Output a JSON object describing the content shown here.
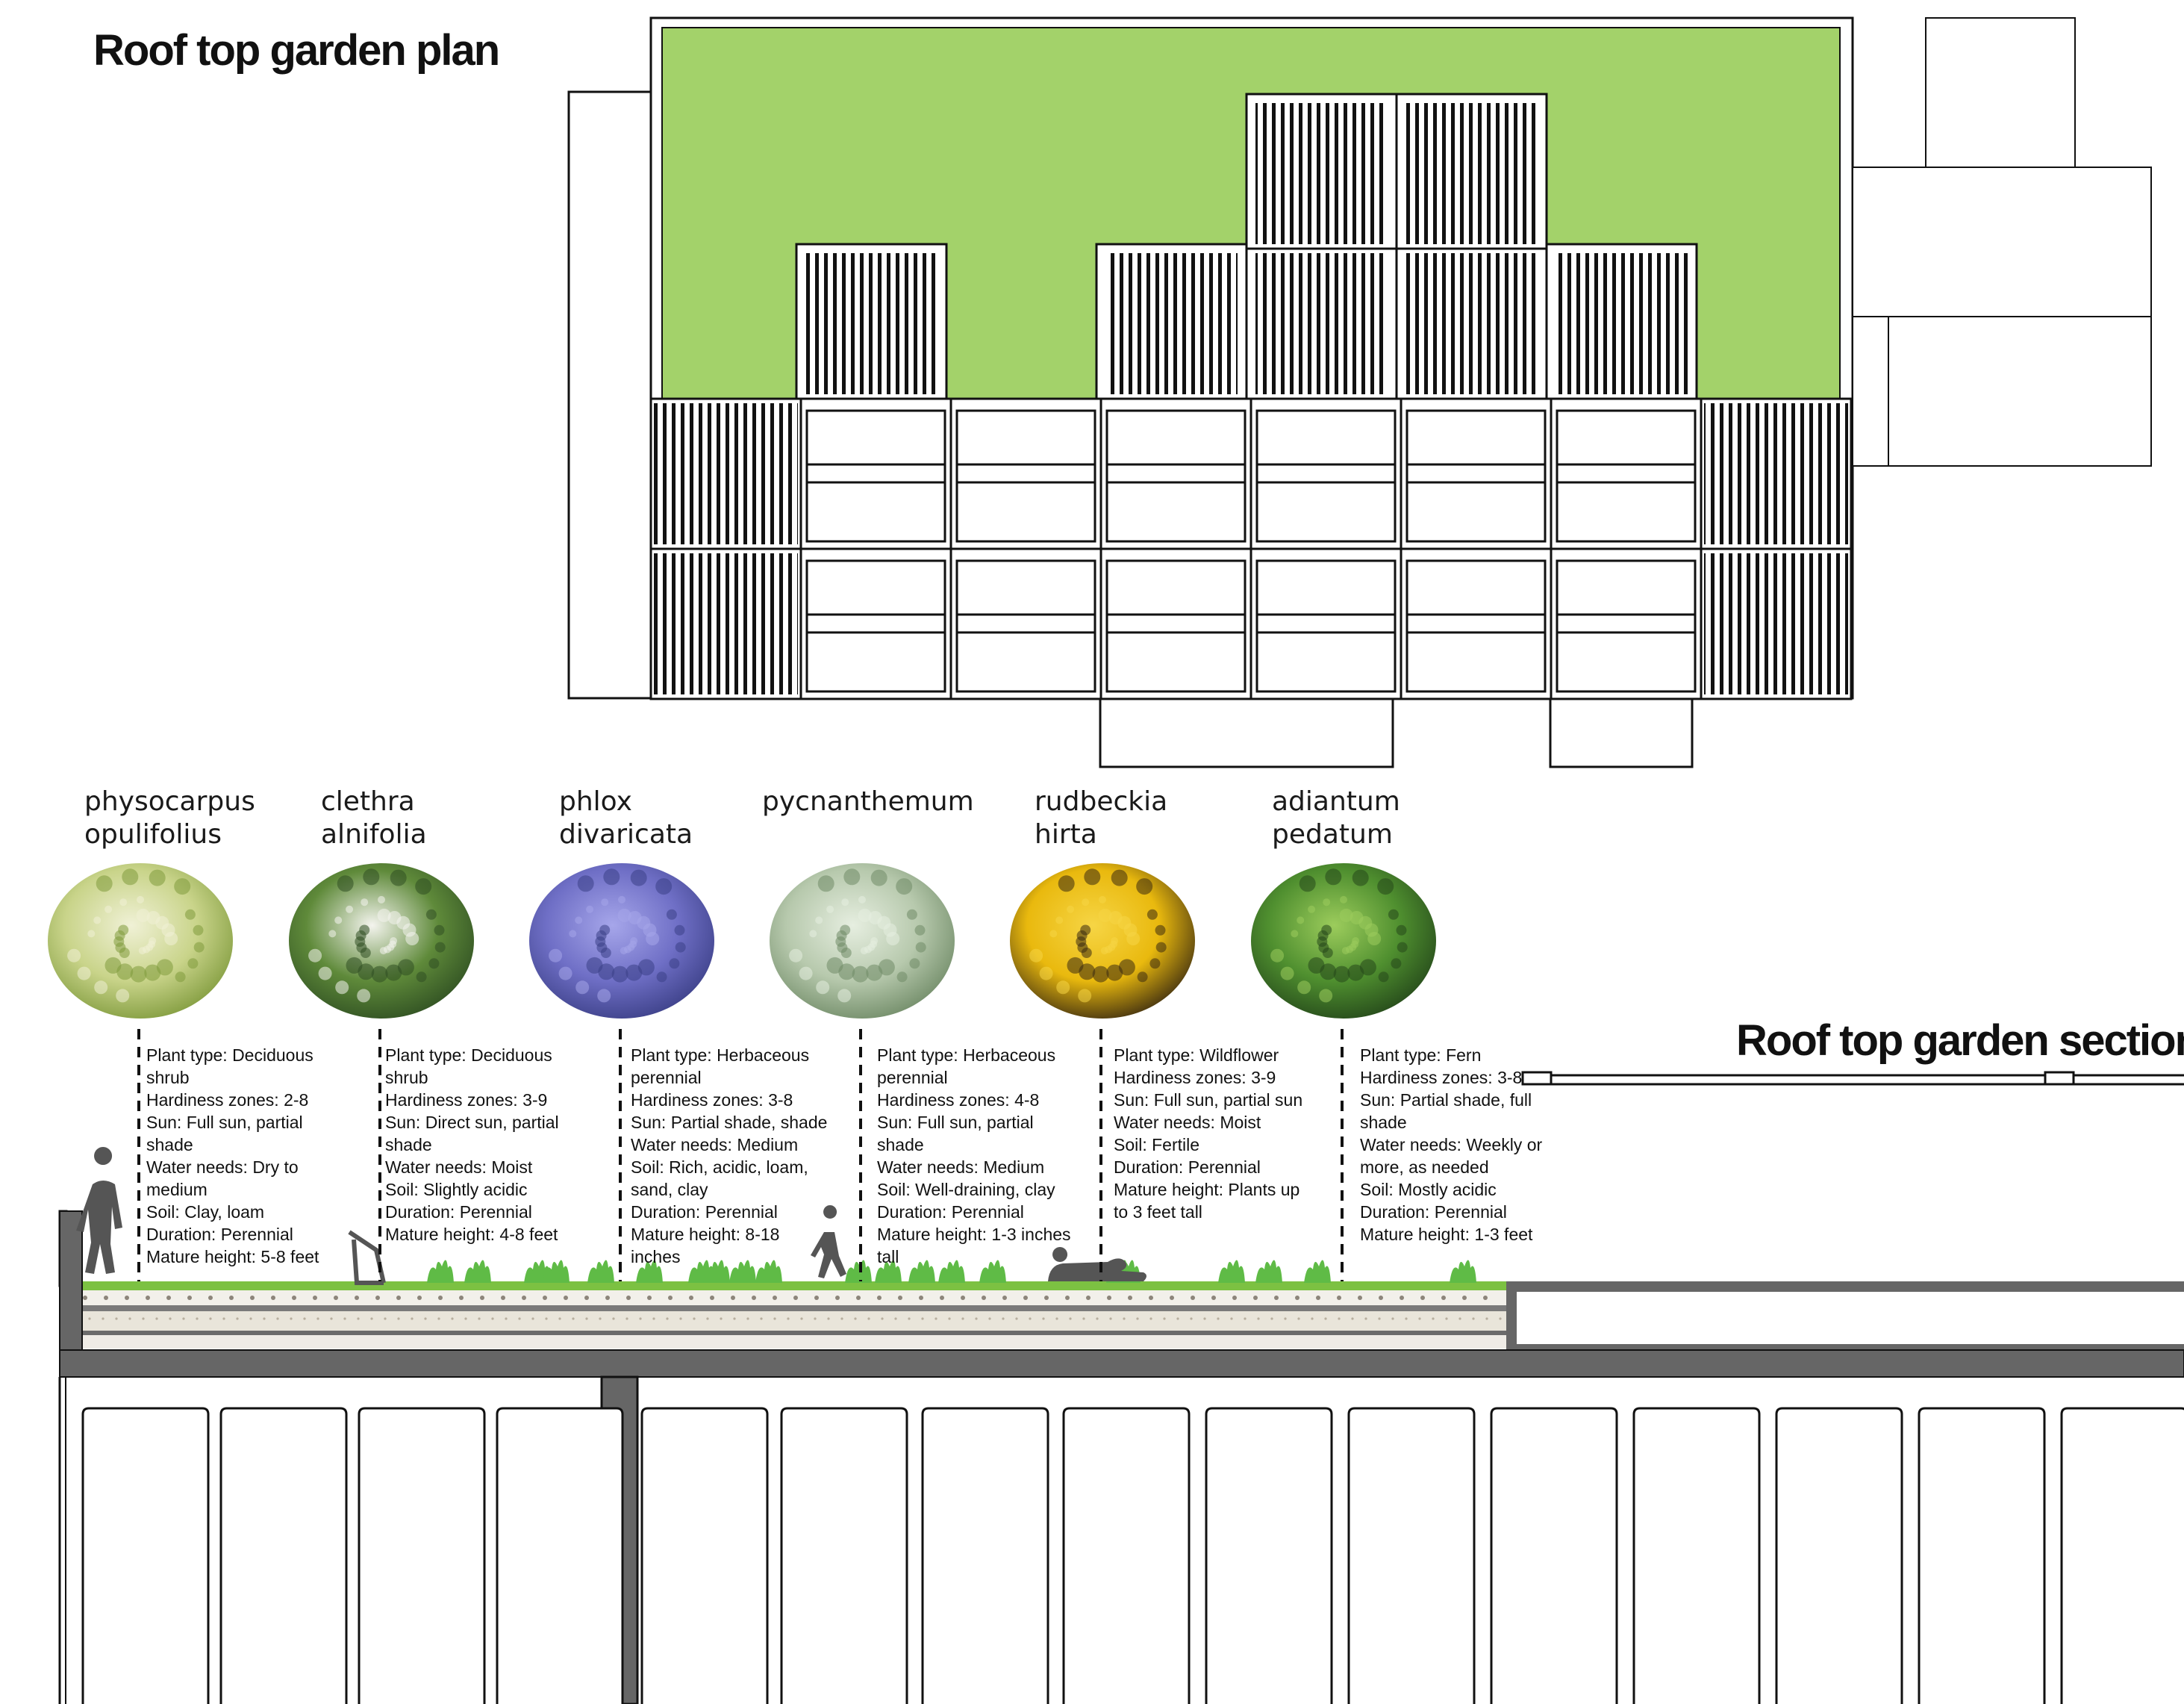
{
  "plan_title": "Roof top garden plan",
  "section_title": "Roof top garden section",
  "colors": {
    "roof_green": "#a3d26a",
    "soil_green": "#7cc142",
    "structure_gray": "#666666",
    "plant_green": "#5fbb46",
    "silhouette": "#555555"
  },
  "plants": [
    {
      "name_line1": "physocarpus",
      "name_line2": "opulifolius",
      "photo_colors": [
        "#c9d48a",
        "#f0f1d6",
        "#7f9a3c"
      ],
      "photo_icon": "white-flower-cluster-photo",
      "info": [
        "Plant type: Deciduous",
        "shrub",
        "Hardiness zones: 2-8",
        "Sun: Full sun, partial",
        "shade",
        "Water needs: Dry to",
        "medium",
        "Soil: Clay, loam",
        "Duration: Perennial",
        "Mature height: 5-8 feet"
      ]
    },
    {
      "name_line1": "clethra",
      "name_line2": "alnifolia",
      "photo_colors": [
        "#5f8a3a",
        "#f4f4ee",
        "#2f4f22"
      ],
      "photo_icon": "white-spike-flower-photo",
      "info": [
        "Plant type: Deciduous",
        "shrub",
        "Hardiness zones: 3-9",
        "Sun: Direct sun, partial",
        "shade",
        "Water needs: Moist",
        "Soil: Slightly acidic",
        "Duration: Perennial",
        "Mature height: 4-8 feet"
      ]
    },
    {
      "name_line1": "phlox",
      "name_line2": "divaricata",
      "photo_colors": [
        "#6f6fc6",
        "#a6a6ea",
        "#3b3f86"
      ],
      "photo_icon": "blue-phlox-flower-photo",
      "info": [
        "Plant type: Herbaceous",
        "perennial",
        "Hardiness zones: 3-8",
        "Sun: Partial shade, shade",
        "Water needs: Medium",
        "Soil: Rich, acidic, loam,",
        "sand, clay",
        "Duration: Perennial",
        "Mature height: 8-18",
        "inches"
      ]
    },
    {
      "name_line1": "pycnanthemum",
      "name_line2": "",
      "photo_colors": [
        "#b7c9ad",
        "#e6eee0",
        "#6f8a66"
      ],
      "photo_icon": "pale-mint-leaves-photo",
      "info": [
        "Plant type: Herbaceous",
        "perennial",
        "Hardiness zones: 4-8",
        "Sun: Full sun, partial",
        "shade",
        "Water needs: Medium",
        "Soil: Well-draining, clay",
        "Duration: Perennial",
        "Mature height: 1-3 inches",
        "tall"
      ]
    },
    {
      "name_line1": "rudbeckia",
      "name_line2": "hirta",
      "photo_colors": [
        "#e9b90e",
        "#f6d545",
        "#3a2a10"
      ],
      "photo_icon": "yellow-daisy-photo",
      "info": [
        "Plant type: Wildflower",
        "Hardiness zones: 3-9",
        "Sun: Full sun, partial sun",
        "Water needs: Moist",
        "Soil: Fertile",
        "Duration: Perennial",
        "Mature height: Plants up",
        "to 3 feet tall"
      ]
    },
    {
      "name_line1": "adiantum",
      "name_line2": "pedatum",
      "photo_colors": [
        "#4f8f2f",
        "#9ccc5c",
        "#24471a"
      ],
      "photo_icon": "green-fern-photo",
      "info": [
        "Plant type: Fern",
        "Hardiness zones: 3-8",
        "Sun: Partial shade, full",
        "shade",
        "Water needs: Weekly or",
        "more, as needed",
        "Soil: Mostly acidic",
        "Duration: Perennial",
        "Mature height: 1-3 feet"
      ]
    }
  ]
}
